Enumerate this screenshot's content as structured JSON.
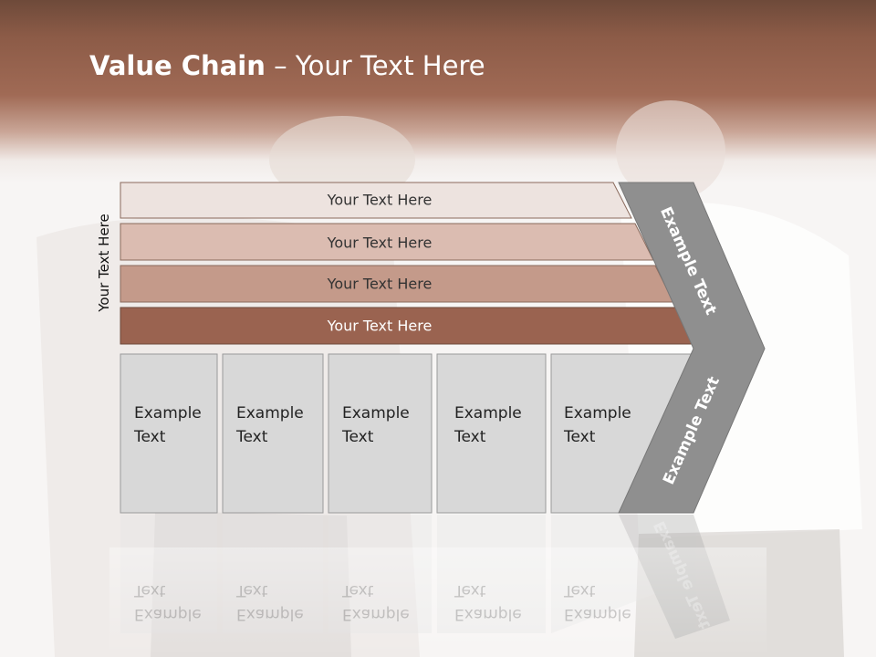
{
  "slide": {
    "title_bold": "Value Chain",
    "title_rest": " – Your Text Here",
    "side_label": "Your Text Here"
  },
  "bands": [
    {
      "label": "Your Text Here",
      "fill": "#ede3df",
      "text_color": "#333333"
    },
    {
      "label": "Your Text Here",
      "fill": "#dbbcb1",
      "text_color": "#333333"
    },
    {
      "label": "Your Text Here",
      "fill": "#c49a8a",
      "text_color": "#333333"
    },
    {
      "label": "Your Text Here",
      "fill": "#9a6350",
      "text_color": "#ffffff"
    }
  ],
  "boxes": [
    {
      "line1": "Example",
      "line2": "Text"
    },
    {
      "line1": "Example",
      "line2": "Text"
    },
    {
      "line1": "Example",
      "line2": "Text"
    },
    {
      "line1": "Example",
      "line2": "Text"
    },
    {
      "line1": "Example",
      "line2": "Text"
    }
  ],
  "arrow": {
    "upper_label": "Example Text",
    "lower_label": "Example Text",
    "fill": "#8f8f8f"
  },
  "colors": {
    "header_brown": "#8c5b47",
    "box_fill": "#d8d8d8",
    "box_border": "#9a9a9a"
  }
}
